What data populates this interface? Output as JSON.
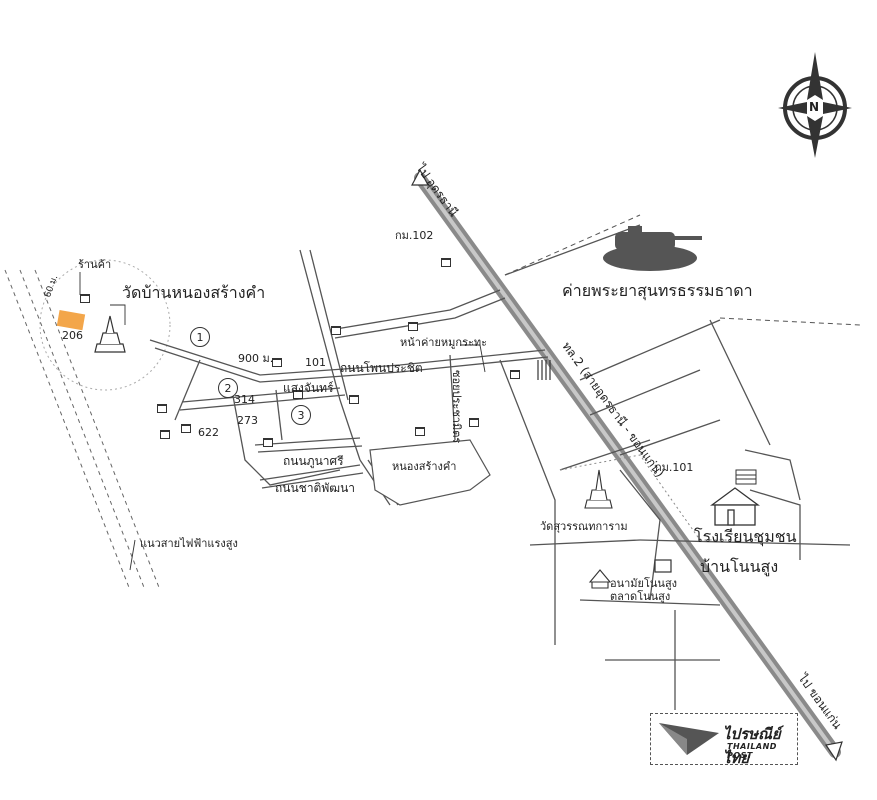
{
  "labels": {
    "to_udon": "ไป อุดรธานี",
    "to_khonkaen": "ไป ขอนแก่น",
    "highway": "ทล.2 (สายอุดรธานี - ขอนแก่น)",
    "km102": "กม.102",
    "km101": "กม.101",
    "camp": "ค่ายพระยาสุนทรธรรมธาดา",
    "temple": "วัดบ้านหนองสร้างคำ",
    "shop": "ร้านค้า",
    "dist60": "60 ม.",
    "num206": "206",
    "dist900": "900 ม.",
    "num101": "101",
    "road_phonprasit": "ถนนโพนประชิต",
    "camp_front": "หน้าค่ายหมูกระทะ",
    "soi_prachamit": "ซอยประชามิตร",
    "road_saengchan": "แสงจันทร์",
    "num314": "314",
    "num273": "273",
    "num622": "622",
    "road_phumasri": "ถนนภูนาศรี",
    "road_chatphatthana": "ถนนชาติพัฒนา",
    "pond": "หนองสร้างคำ",
    "powerline": "แนวสายไฟฟ้าแรงสูง",
    "wat_suwan": "วัดสุวรรณทการาม",
    "school": "โรงเรียนชุมชน",
    "village": "บ้านโนนสูง",
    "health": "อนามัยโนนสูง",
    "market": "ตลาดโนนสูง",
    "circle1": "1",
    "circle2": "2",
    "circle3": "3",
    "compass_n": "N",
    "post_brand": "ไปรษณีย์ไทย",
    "post_brand_en": "THAILAND POST"
  },
  "colors": {
    "highway": "#8a8a8a",
    "lines": "#555555",
    "marker": "#f3a64a"
  },
  "icons": [
    "compass-icon",
    "tank-icon",
    "stupa-icon",
    "school-icon",
    "flag-icon",
    "house-icon",
    "post-logo-icon"
  ]
}
